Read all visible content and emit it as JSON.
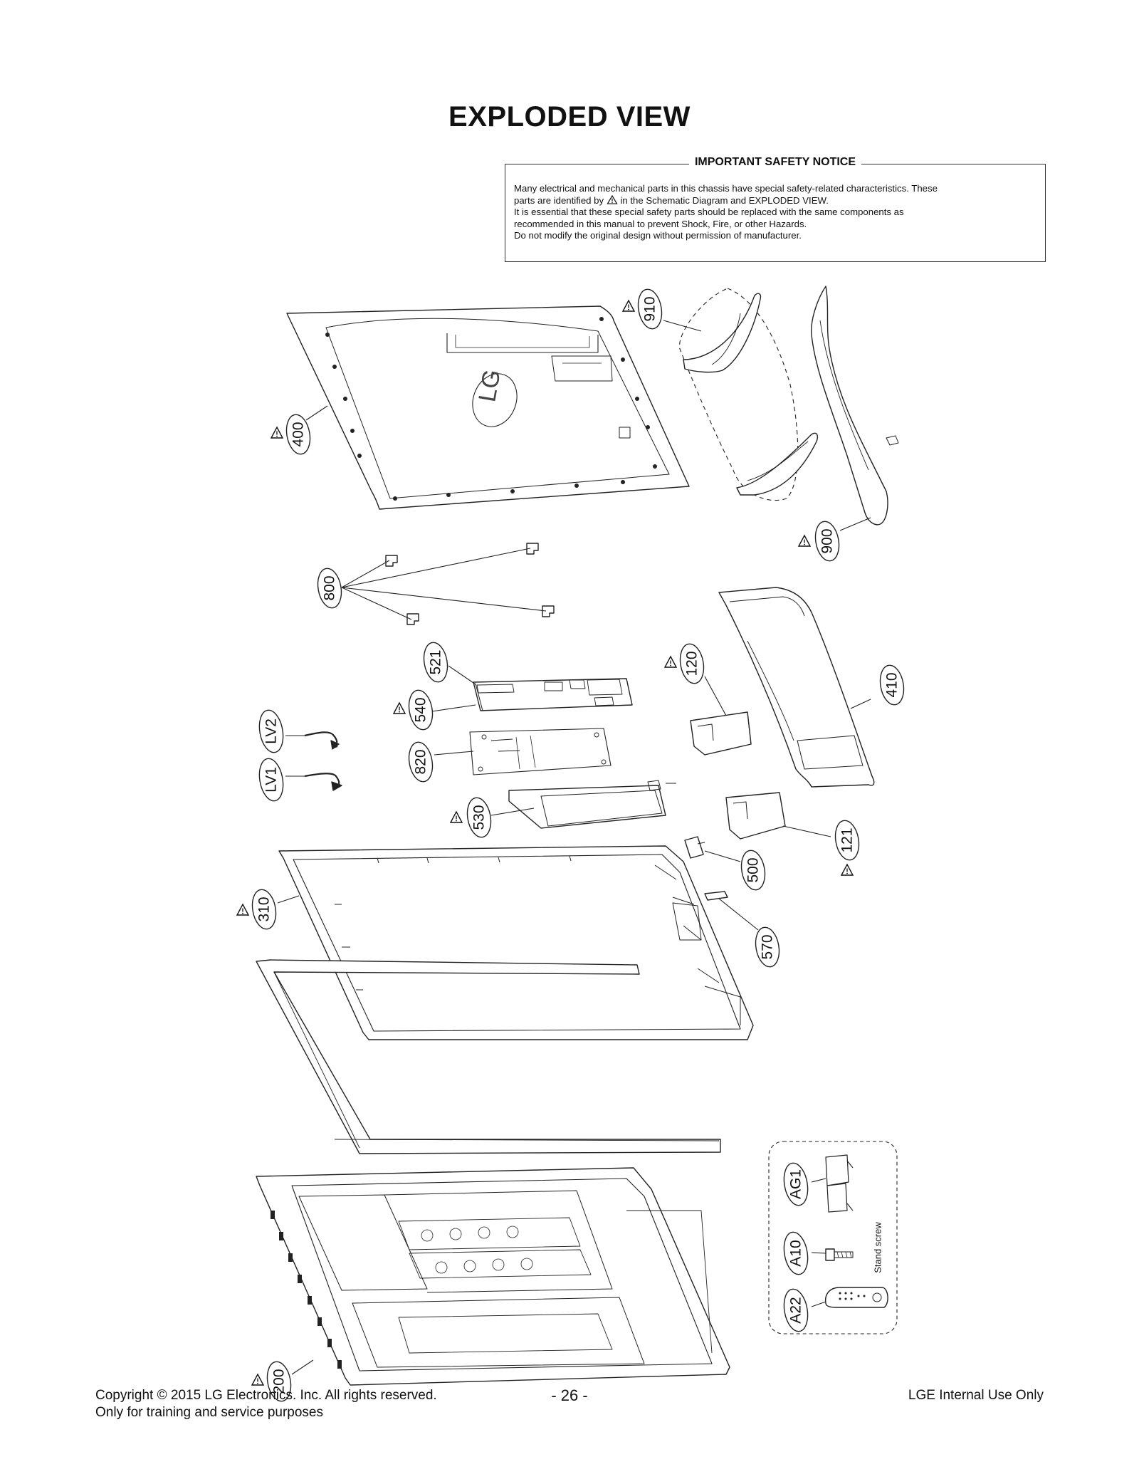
{
  "page": {
    "title": "EXPLODED VIEW",
    "notice_title": "IMPORTANT SAFETY NOTICE",
    "notice_line1": "Many electrical and mechanical parts in this chassis have special safety-related characteristics. These",
    "notice_line2a": "parts are identified by",
    "notice_line2b": "in the Schematic Diagram and EXPLODED VIEW.",
    "notice_line3": "It is essential that these special safety parts should be replaced with the same components as",
    "notice_line4": "recommended in this manual to prevent Shock, Fire, or other Hazards.",
    "notice_line5": "Do not modify the original design without permission of manufacturer.",
    "footer_copyright": "Copyright © 2015 LG Electronics. Inc. All rights reserved.",
    "footer_purpose": "Only for training and service purposes",
    "page_number": "- 26 -",
    "footer_internal": "LGE Internal Use Only"
  },
  "parts": {
    "p910": "910",
    "p400": "400",
    "p900": "900",
    "p800": "800",
    "p521": "521",
    "p120": "120",
    "p410": "410",
    "p540": "540",
    "pLV2": "LV2",
    "p820": "820",
    "pLV1": "LV1",
    "p530": "530",
    "p121": "121",
    "p500": "500",
    "p310": "310",
    "p570": "570",
    "pAG1": "AG1",
    "pA10": "A10",
    "pA22": "A22",
    "p200": "200",
    "stand_screw": "Stand screw",
    "logo_text": "LG"
  }
}
